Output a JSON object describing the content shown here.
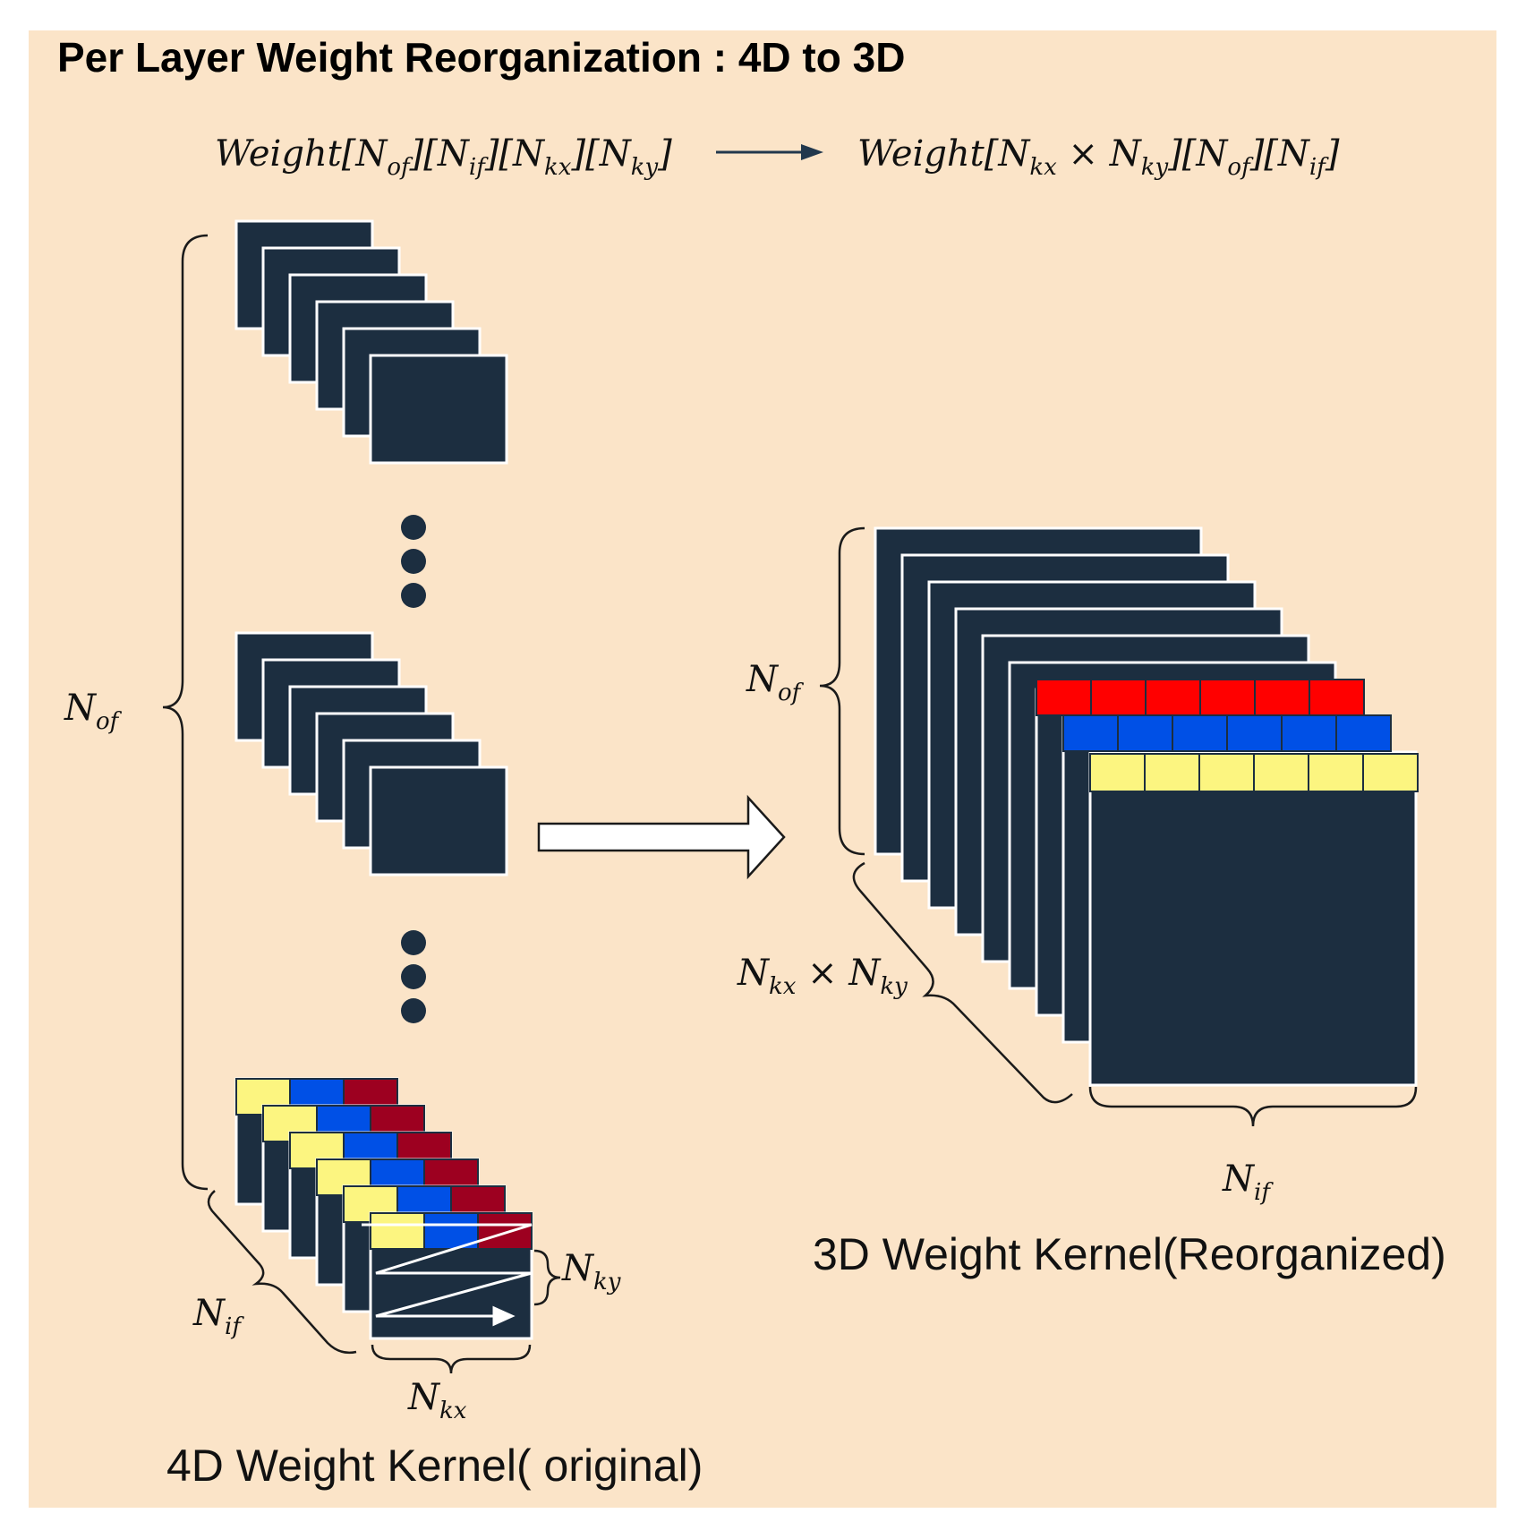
{
  "title": "Per Layer Weight Reorganization : 4D to 3D",
  "formula": {
    "left": {
      "base": "Weight",
      "indices": [
        [
          "N",
          "of"
        ],
        [
          "N",
          "if"
        ],
        [
          "N",
          "kx"
        ],
        [
          "N",
          "ky"
        ]
      ]
    },
    "right": {
      "base": "Weight",
      "indices": [
        [
          "N",
          "kx"
        ],
        [
          "N",
          "ky"
        ],
        [
          "N",
          "of"
        ],
        [
          "N",
          "if"
        ]
      ]
    },
    "times": "×"
  },
  "labels": {
    "n_of_left": {
      "main": "N",
      "sub": "of"
    },
    "n_if_left": {
      "main": "N",
      "sub": "if"
    },
    "n_ky": {
      "main": "N",
      "sub": "ky"
    },
    "n_kx": {
      "main": "N",
      "sub": "kx"
    },
    "n_of_right": {
      "main": "N",
      "sub": "of"
    },
    "kxky_right": {
      "main1": "N",
      "sub1": "kx",
      "times": "×",
      "main2": "N",
      "sub2": "ky"
    },
    "n_if_right": {
      "main": "N",
      "sub": "if"
    }
  },
  "captions": {
    "left": "4D Weight Kernel( original)",
    "right": "3D Weight Kernel(Reorganized)"
  },
  "colors": {
    "background": "#fbe4c8",
    "dark": "#1c2e40",
    "yellow": "#fcf580",
    "blue": "#0050e6",
    "maroon": "#9d0020",
    "red": "#ff0000",
    "arrow": "#22384d"
  }
}
